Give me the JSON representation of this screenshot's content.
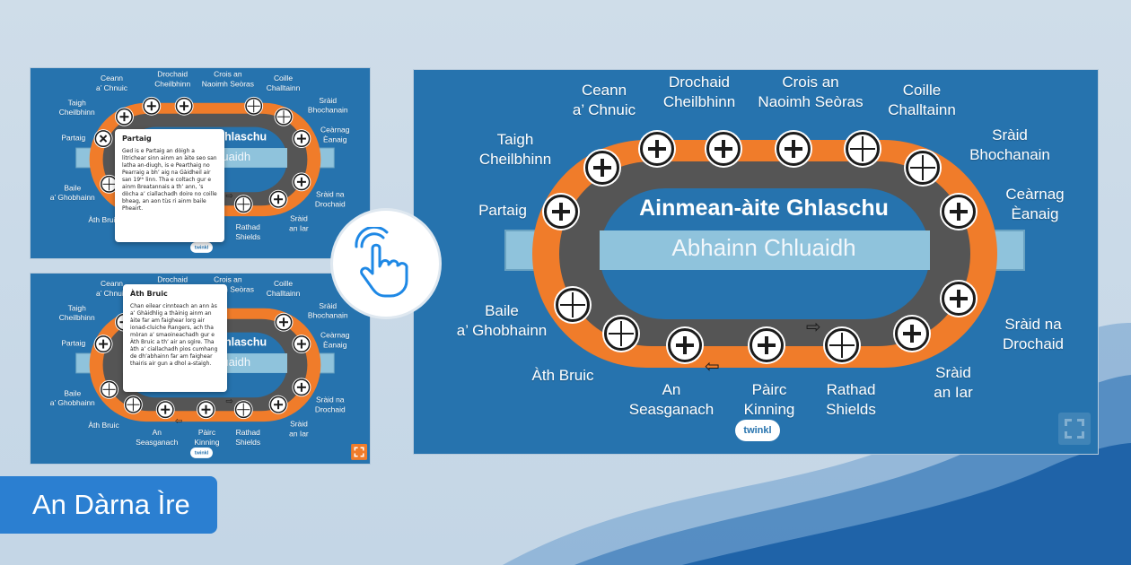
{
  "colors": {
    "panel": "#2673ae",
    "track": "#555555",
    "ring": "#f07c2a",
    "river": "#8fc3dc",
    "badge": "#2b7fd1"
  },
  "board": {
    "title": "Ainmean-àite Ghlaschu",
    "river": "Abhainn Chluaidh",
    "logo": "twinkl",
    "labels": [
      {
        "id": "ceann",
        "text": "Ceann\na’ Chnuic"
      },
      {
        "id": "drochaid",
        "text": "Drochaid\nCheilbhinn"
      },
      {
        "id": "crois",
        "text": "Crois an\nNaoimh Seòras"
      },
      {
        "id": "coille",
        "text": "Coille\nChalltainn"
      },
      {
        "id": "taigh",
        "text": "Taigh\nCheilbhinn"
      },
      {
        "id": "sraid-bhochanain",
        "text": "Sràid\nBhochanain"
      },
      {
        "id": "partaig",
        "text": "Partaig"
      },
      {
        "id": "cearnag",
        "text": "Ceàrnag\nÈanaig"
      },
      {
        "id": "baile",
        "text": "Baile\na’ Ghobhainn"
      },
      {
        "id": "sraid-drochaid",
        "text": "Sràid na\nDrochaid"
      },
      {
        "id": "ath-bruic",
        "text": "Àth Bruic"
      },
      {
        "id": "sraid-iar",
        "text": "Sràid\nan Iar"
      },
      {
        "id": "seasganach",
        "text": "An\nSeasganach"
      },
      {
        "id": "pairc",
        "text": "Pàirc\nKinning"
      },
      {
        "id": "rathad",
        "text": "Rathad\nShields"
      }
    ]
  },
  "popup1": {
    "title": "Partaig",
    "body": "Ged is e Partaig an dòigh a litrichear sinn ainm an àite seo san latha an-diugh, is e Pearthaig no Pearraig a bh’ aig na Gàidheil air san 19ᵗʰ linn. Tha e coltach gur e ainm Breatannais a th’ ann, ’s dòcha a’ ciallachadh doire no coille bheag, an aon tùs ri ainm baile Pheairt."
  },
  "popup2": {
    "title": "Àth Bruic",
    "body": "Chan eilear cinnteach an ann às a’ Ghàidhlig a thàinig ainm an àite far am faighear lorg air ionad-cluiche Rangers, ach tha mòran a’ smaoineachadh gur e Àth Bruic a th’ air an sgìre. Tha àth a’ ciallachadh pìos cumhang de dh’abhainn far am faighear thairis air gun a dhol a-staigh."
  },
  "badge": {
    "label": "An Dàrna Ìre"
  },
  "icons": {
    "tap": "tap-hand-icon",
    "fullscreen": "fullscreen-icon",
    "marker": "plus-marker-icon",
    "close": "close-icon"
  }
}
